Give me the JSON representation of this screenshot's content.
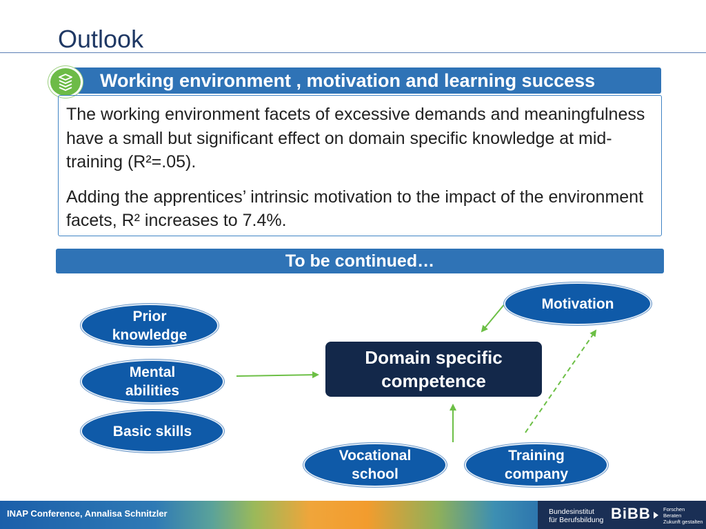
{
  "slide": {
    "title": "Outlook"
  },
  "banner_top": {
    "label": "Working environment , motivation and learning success",
    "icon": "books-icon"
  },
  "findings": {
    "paragraph_1": "The working environment facets of excessive demands and meaningfulness have a small but significant effect on domain specific knowledge at mid-training (R²=.05).",
    "paragraph_2": "Adding the apprentices’ intrinsic motivation to the impact of the environment facets, R² increases to 7.4%."
  },
  "banner_mid": {
    "label": "To be continued…"
  },
  "diagram": {
    "center": {
      "line1": "Domain specific",
      "line2": "competence"
    },
    "motivation": "Motivation",
    "prior_knowledge": {
      "line1": "Prior",
      "line2": "knowledge"
    },
    "mental_abilities": {
      "line1": "Mental",
      "line2": "abilities"
    },
    "basic_skills": "Basic skills",
    "vocational_school": {
      "line1": "Vocational",
      "line2": "school"
    },
    "training_company": {
      "line1": "Training",
      "line2": "company"
    },
    "arrow_color": "#6cbf45"
  },
  "footer": {
    "text": "INAP Conference, Annalisa Schnitzler",
    "logo": {
      "institute_line1": "Bundesinstitut",
      "institute_line2": "für Berufsbildung",
      "brand": "BiBB",
      "tag_line1": "Forschen",
      "tag_line2": "Beraten",
      "tag_line3": "Zukunft gestalten"
    }
  },
  "colors": {
    "primary_blue": "#2f73b6",
    "oval_blue": "#0f5aa8",
    "navy": "#13284a",
    "green": "#6dbb47"
  }
}
